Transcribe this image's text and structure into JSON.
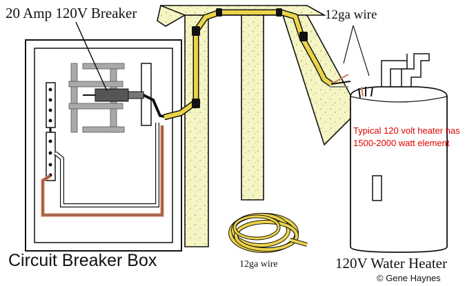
{
  "labels": {
    "breaker": "20 Amp 120V Breaker",
    "wire_top": "12ga wire",
    "box_title": "Circuit Breaker Box",
    "wire_bottom": "12ga wire",
    "heater_title": "120V Water Heater",
    "copyright": "© Gene Haynes"
  },
  "note": {
    "text": "Typical 120 volt heater has 1500-2000 watt element",
    "color": "#e00000"
  },
  "colors": {
    "wall": "#f5f5c4",
    "cable_yellow": "#ecd44a",
    "wire_copper": "#c97a5a",
    "panel_gray": "#a9a9a9",
    "outline": "#111111"
  }
}
